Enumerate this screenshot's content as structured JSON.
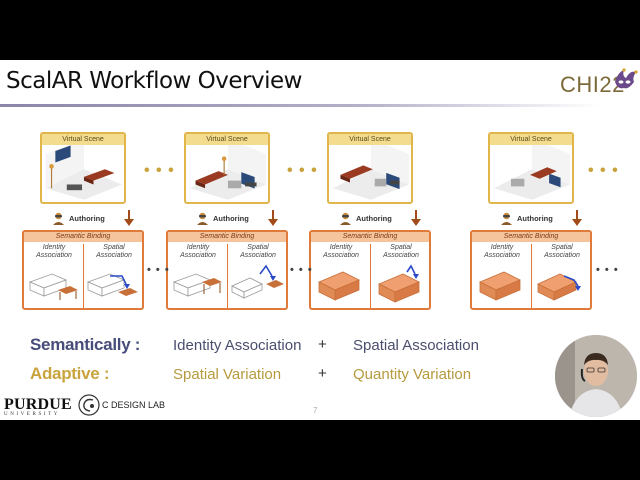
{
  "slide": {
    "title": "ScalAR Workflow Overview",
    "conference_logo": "CHI22",
    "page_number": "7"
  },
  "columns": [
    {
      "virtual_scene": "Virtual Scene",
      "authoring": "Authoring",
      "semantic_binding": "Semantic Binding",
      "identity_label": "Identity\nAssociation",
      "spatial_label": "Spatial\nAssociation"
    },
    {
      "virtual_scene": "Virtual Scene",
      "authoring": "Authoring",
      "semantic_binding": "Semantic Binding",
      "identity_label": "Identity\nAssociation",
      "spatial_label": "Spatial\nAssociation"
    },
    {
      "virtual_scene": "Virtual Scene",
      "authoring": "Authoring",
      "semantic_binding": "Semantic Binding",
      "identity_label": "Identity\nAssociation",
      "spatial_label": "Spatial\nAssociation"
    },
    {
      "virtual_scene": "Virtual Scene",
      "authoring": "Authoring",
      "semantic_binding": "Semantic Binding",
      "identity_label": "Identity\nAssociation",
      "spatial_label": "Spatial\nAssociation"
    }
  ],
  "ellipsis": "• • •",
  "summary": {
    "row1": {
      "lead": "Semantically :",
      "item1": "Identity Association",
      "plus": "+",
      "item2": "Spatial Association"
    },
    "row2": {
      "lead": "Adaptive :",
      "item1": "Spatial Variation",
      "plus": "+",
      "item2": "Quantity Variation"
    }
  },
  "logos": {
    "university": "PURDUE",
    "university_sub": "UNIVERSITY",
    "lab": "C DESIGN LAB"
  },
  "colors": {
    "virtual_scene_border": "#e0b64a",
    "semantic_binding_border": "#e07a3a",
    "semantically_color": "#474c7a",
    "adaptive_color": "#c9a43e"
  }
}
